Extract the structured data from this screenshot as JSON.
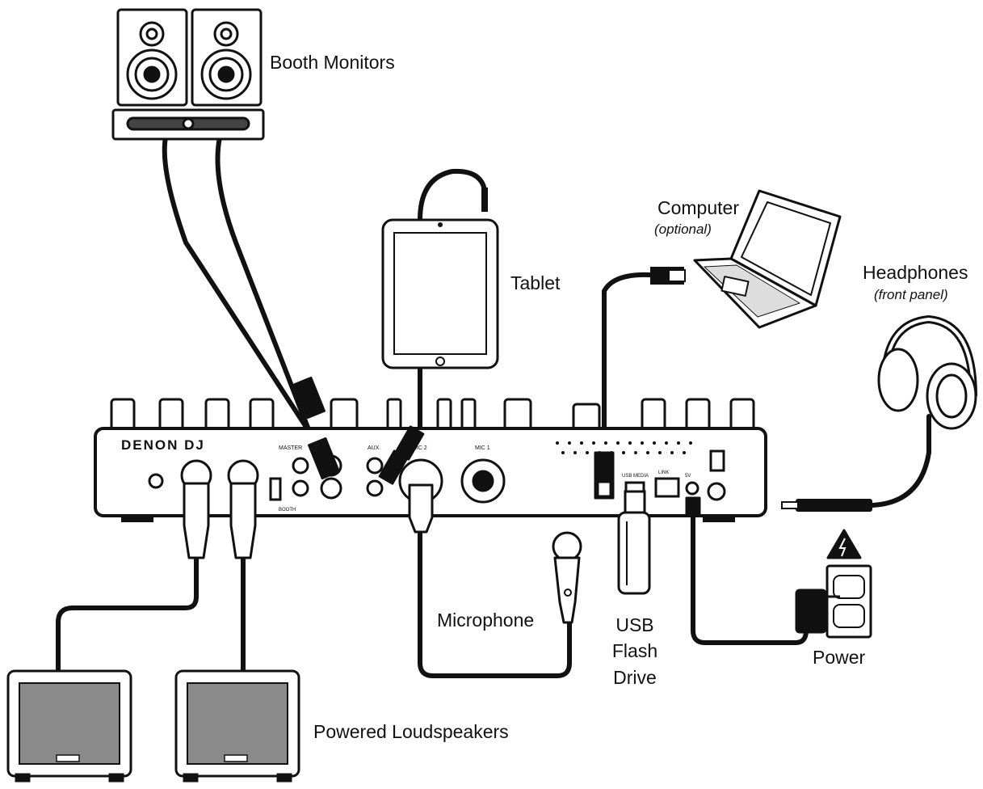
{
  "labels": {
    "booth_monitors": "Booth Monitors",
    "tablet": "Tablet",
    "computer": "Computer",
    "computer_note": "(optional)",
    "headphones": "Headphones",
    "headphones_note": "(front panel)",
    "microphone": "Microphone",
    "usb_line1": "USB",
    "usb_line2": "Flash",
    "usb_line3": "Drive",
    "power": "Power",
    "powered_loudspeakers": "Powered Loudspeakers"
  },
  "device": {
    "brand": "DENON DJ",
    "panel_master": "MASTER",
    "panel_booth": "BOOTH",
    "panel_aux": "AUX",
    "panel_mic2": "MIC 2",
    "panel_mic1": "MIC 1",
    "panel_usb": "USB MEDIA",
    "panel_link": "LINK",
    "panel_power": "5V"
  }
}
